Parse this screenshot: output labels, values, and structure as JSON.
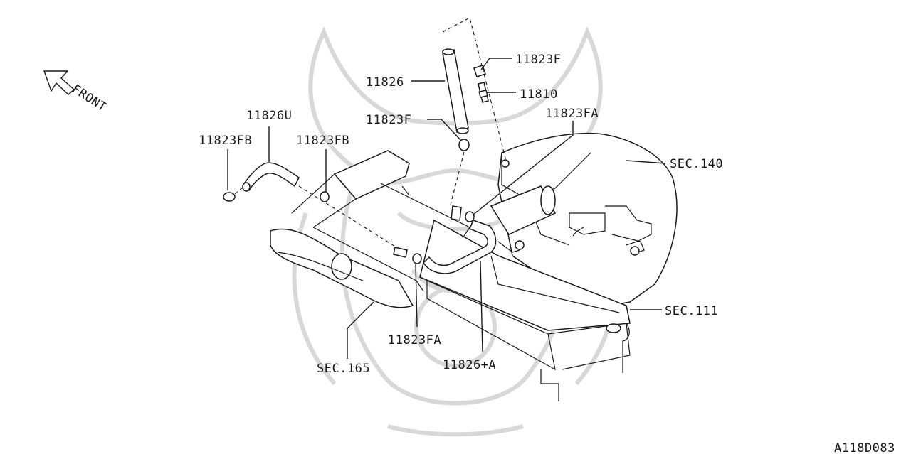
{
  "diagram": {
    "front_label": "FRONT",
    "figure_code": "A118D083",
    "colors": {
      "ink": "#1a1a1a",
      "watermark": "#d9d9d9",
      "background": "#ffffff"
    },
    "callouts": [
      {
        "id": "p11823F_top",
        "text": "11823F"
      },
      {
        "id": "p11810",
        "text": "11810"
      },
      {
        "id": "p11826",
        "text": "11826"
      },
      {
        "id": "p11823FA_top",
        "text": "11823FA"
      },
      {
        "id": "p11823F_mid",
        "text": "11823F"
      },
      {
        "id": "p11826U",
        "text": "11826U"
      },
      {
        "id": "p11823FB_left",
        "text": "11823FB"
      },
      {
        "id": "p11823FB_mid",
        "text": "11823FB"
      },
      {
        "id": "sec140",
        "text": "SEC.140"
      },
      {
        "id": "sec111",
        "text": "SEC.111"
      },
      {
        "id": "p11823FA_bottom",
        "text": "11823FA"
      },
      {
        "id": "sec165",
        "text": "SEC.165"
      },
      {
        "id": "p11826A",
        "text": "11826+A"
      }
    ]
  }
}
